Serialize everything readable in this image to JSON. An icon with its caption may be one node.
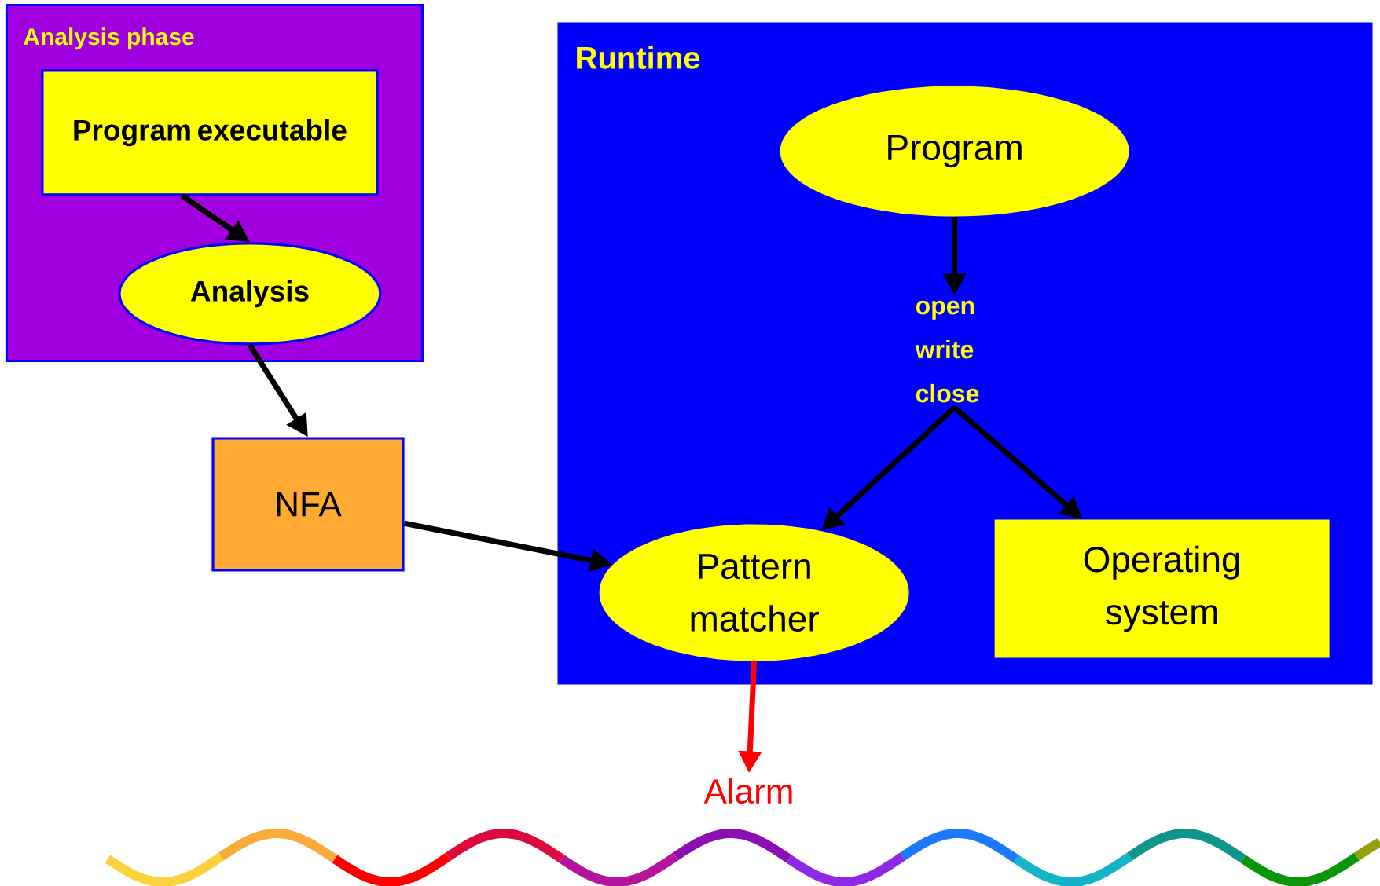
{
  "diagram": {
    "nodes": [
      {
        "text": [
          "Analysis phase"
        ]
      },
      {
        "text": [
          "Program executable"
        ],
        "in": 0
      },
      {
        "text": [
          "Analysis"
        ],
        "in": 0
      },
      {
        "text": [
          "NFA"
        ]
      },
      {
        "text": [
          "Runtime"
        ]
      },
      {
        "text": [
          "Program"
        ],
        "in": 4
      },
      {
        "text": [
          "open write close"
        ],
        "in": 4
      },
      {
        "text": [
          "Pattern matcher"
        ],
        "in": 4
      },
      {
        "text": [
          "Operating system"
        ],
        "in": 4
      },
      {
        "text": [
          "Alarm"
        ]
      }
    ],
    "edges": [
      {
        "from": 1,
        "to": 2,
        "arrow": "to"
      },
      {
        "from": 2,
        "to": 3,
        "arrow": "to"
      },
      {
        "from": 3,
        "to": 7,
        "arrow": "to"
      },
      {
        "from": 5,
        "to": 6,
        "arrow": "to"
      },
      {
        "from": 6,
        "to": 7,
        "arrow": "to"
      },
      {
        "from": 6,
        "to": 8,
        "arrow": "to"
      },
      {
        "from": 7,
        "to": 9,
        "arrow": "to",
        "color": "#ff0000"
      }
    ]
  }
}
